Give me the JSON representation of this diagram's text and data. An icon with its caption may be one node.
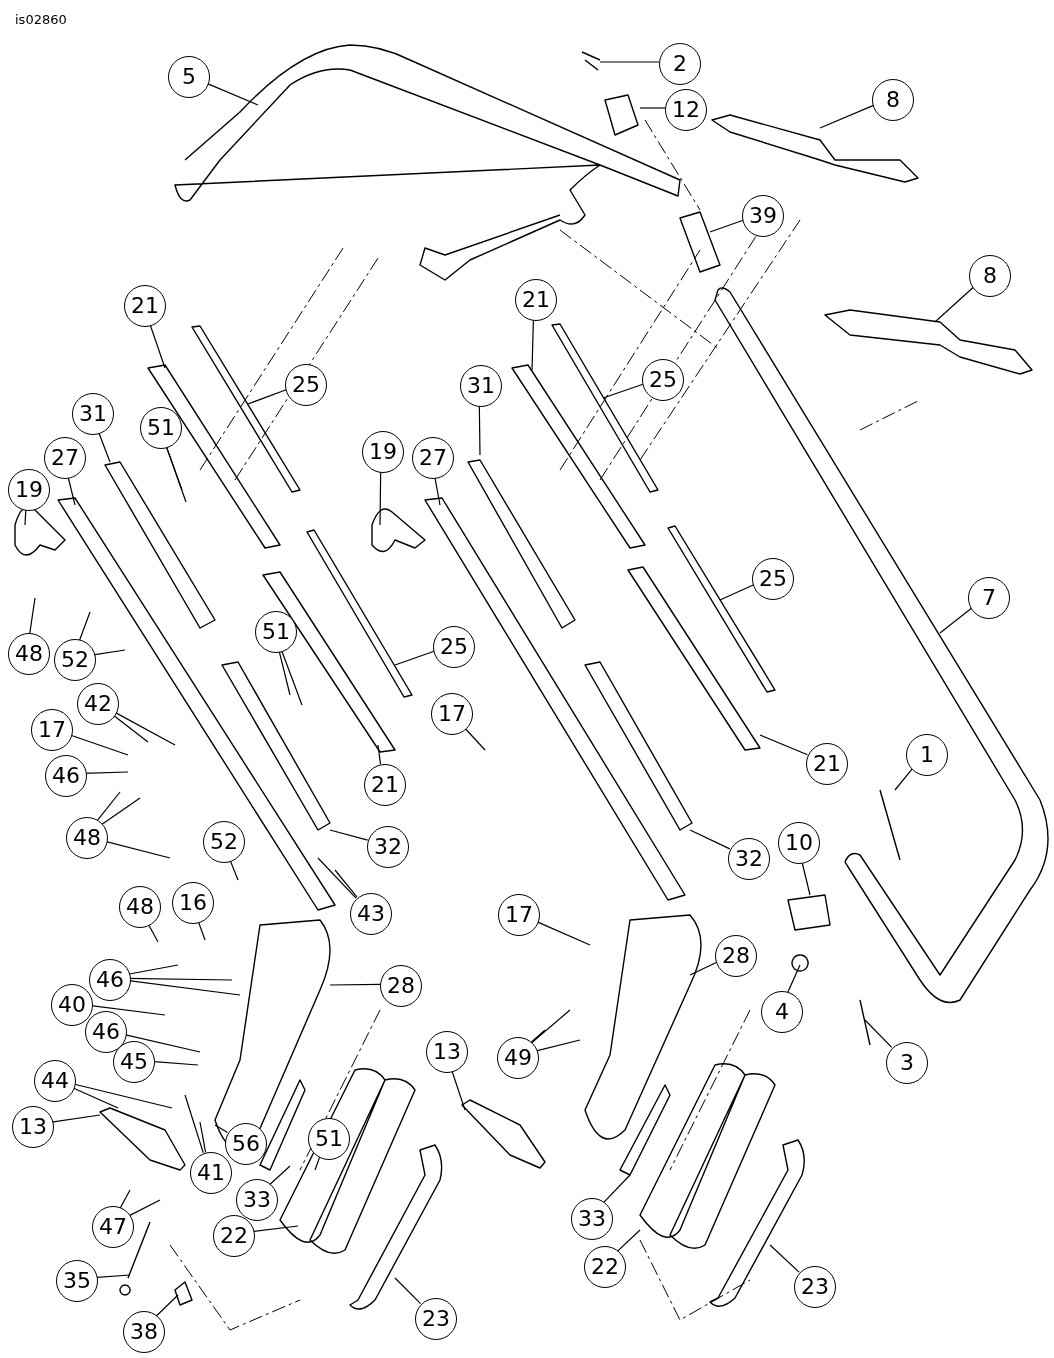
{
  "diagram": {
    "nodes": [
      {
        "text": [
          "5"
        ]
      },
      {
        "text": [
          "2"
        ]
      },
      {
        "text": [
          "12"
        ]
      },
      {
        "text": [
          "8"
        ]
      },
      {
        "text": [
          "39"
        ]
      },
      {
        "text": [
          "8"
        ]
      },
      {
        "text": [
          "21"
        ]
      },
      {
        "text": [
          "21"
        ]
      },
      {
        "text": [
          "25"
        ]
      },
      {
        "text": [
          "25"
        ]
      },
      {
        "text": [
          "31"
        ]
      },
      {
        "text": [
          "31"
        ]
      },
      {
        "text": [
          "51"
        ]
      },
      {
        "text": [
          "19"
        ]
      },
      {
        "text": [
          "27"
        ]
      },
      {
        "text": [
          "27"
        ]
      },
      {
        "text": [
          "19"
        ]
      },
      {
        "text": [
          "25"
        ]
      },
      {
        "text": [
          "7"
        ]
      },
      {
        "text": [
          "51"
        ]
      },
      {
        "text": [
          "25"
        ]
      },
      {
        "text": [
          "48"
        ]
      },
      {
        "text": [
          "52"
        ]
      },
      {
        "text": [
          "42"
        ]
      },
      {
        "text": [
          "17"
        ]
      },
      {
        "text": [
          "17"
        ]
      },
      {
        "text": [
          "1"
        ]
      },
      {
        "text": [
          "21"
        ]
      },
      {
        "text": [
          "46"
        ]
      },
      {
        "text": [
          "21"
        ]
      },
      {
        "text": [
          "48"
        ]
      },
      {
        "text": [
          "52"
        ]
      },
      {
        "text": [
          "10"
        ]
      },
      {
        "text": [
          "32"
        ]
      },
      {
        "text": [
          "32"
        ]
      },
      {
        "text": [
          "16"
        ]
      },
      {
        "text": [
          "48"
        ]
      },
      {
        "text": [
          "43"
        ]
      },
      {
        "text": [
          "17"
        ]
      },
      {
        "text": [
          "28"
        ]
      },
      {
        "text": [
          "46"
        ]
      },
      {
        "text": [
          "28"
        ]
      },
      {
        "text": [
          "40"
        ]
      },
      {
        "text": [
          "4"
        ]
      },
      {
        "text": [
          "46"
        ]
      },
      {
        "text": [
          "13"
        ]
      },
      {
        "text": [
          "49"
        ]
      },
      {
        "text": [
          "45"
        ]
      },
      {
        "text": [
          "3"
        ]
      },
      {
        "text": [
          "44"
        ]
      },
      {
        "text": [
          "13"
        ]
      },
      {
        "text": [
          "51"
        ]
      },
      {
        "text": [
          "56"
        ]
      },
      {
        "text": [
          "41"
        ]
      },
      {
        "text": [
          "33"
        ]
      },
      {
        "text": [
          "33"
        ]
      },
      {
        "text": [
          "47"
        ]
      },
      {
        "text": [
          "22"
        ]
      },
      {
        "text": [
          "22"
        ]
      },
      {
        "text": [
          "35"
        ]
      },
      {
        "text": [
          "23"
        ]
      },
      {
        "text": [
          "23"
        ]
      },
      {
        "text": [
          "38"
        ]
      }
    ],
    "edges": [
      {
        "from": 0,
        "to": null,
        "arrow": "none"
      },
      {
        "from": 1,
        "to": null,
        "arrow": "none"
      },
      {
        "from": 2,
        "to": null,
        "arrow": "none"
      },
      {
        "from": 3,
        "to": null,
        "arrow": "none"
      },
      {
        "from": 4,
        "to": null,
        "arrow": "none"
      },
      {
        "from": 5,
        "to": null,
        "arrow": "none"
      },
      {
        "from": 6,
        "to": null,
        "arrow": "none"
      },
      {
        "from": 7,
        "to": null,
        "arrow": "none"
      },
      {
        "from": 8,
        "to": null,
        "arrow": "none"
      },
      {
        "from": 9,
        "to": null,
        "arrow": "none"
      },
      {
        "from": 10,
        "to": null,
        "arrow": "none"
      },
      {
        "from": 11,
        "to": null,
        "arrow": "none"
      },
      {
        "from": 12,
        "to": null,
        "arrow": "none"
      },
      {
        "from": 12,
        "to": null,
        "arrow": "none"
      },
      {
        "from": 13,
        "to": null,
        "arrow": "none"
      },
      {
        "from": 14,
        "to": null,
        "arrow": "none"
      },
      {
        "from": 15,
        "to": null,
        "arrow": "none"
      },
      {
        "from": 16,
        "to": null,
        "arrow": "none"
      },
      {
        "from": 17,
        "to": null,
        "arrow": "none"
      },
      {
        "from": 18,
        "to": null,
        "arrow": "none"
      },
      {
        "from": 19,
        "to": null,
        "arrow": "none"
      },
      {
        "from": 19,
        "to": null,
        "arrow": "none"
      },
      {
        "from": 20,
        "to": null,
        "arrow": "none"
      },
      {
        "from": 21,
        "to": null,
        "arrow": "none"
      },
      {
        "from": 22,
        "to": null,
        "arrow": "none"
      },
      {
        "from": 22,
        "to": null,
        "arrow": "none"
      },
      {
        "from": 23,
        "to": null,
        "arrow": "none"
      },
      {
        "from": 23,
        "to": null,
        "arrow": "none"
      },
      {
        "from": 24,
        "to": null,
        "arrow": "none"
      },
      {
        "from": 25,
        "to": null,
        "arrow": "none"
      },
      {
        "from": 26,
        "to": null,
        "arrow": "none"
      },
      {
        "from": 27,
        "to": null,
        "arrow": "none"
      },
      {
        "from": 28,
        "to": null,
        "arrow": "none"
      },
      {
        "from": 29,
        "to": null,
        "arrow": "none"
      },
      {
        "from": 30,
        "to": null,
        "arrow": "none"
      },
      {
        "from": 30,
        "to": null,
        "arrow": "none"
      },
      {
        "from": 30,
        "to": null,
        "arrow": "none"
      },
      {
        "from": 31,
        "to": null,
        "arrow": "none"
      },
      {
        "from": 32,
        "to": null,
        "arrow": "none"
      },
      {
        "from": 33,
        "to": null,
        "arrow": "none"
      },
      {
        "from": 34,
        "to": null,
        "arrow": "none"
      },
      {
        "from": 35,
        "to": null,
        "arrow": "none"
      },
      {
        "from": 36,
        "to": null,
        "arrow": "none"
      },
      {
        "from": 37,
        "to": null,
        "arrow": "none"
      },
      {
        "from": 37,
        "to": null,
        "arrow": "none"
      },
      {
        "from": 38,
        "to": null,
        "arrow": "none"
      },
      {
        "from": 39,
        "to": null,
        "arrow": "none"
      },
      {
        "from": 40,
        "to": null,
        "arrow": "none"
      },
      {
        "from": 40,
        "to": null,
        "arrow": "none"
      },
      {
        "from": 40,
        "to": null,
        "arrow": "none"
      },
      {
        "from": 41,
        "to": null,
        "arrow": "none"
      },
      {
        "from": 42,
        "to": null,
        "arrow": "none"
      },
      {
        "from": 43,
        "to": null,
        "arrow": "none"
      },
      {
        "from": 44,
        "to": null,
        "arrow": "none"
      },
      {
        "from": 45,
        "to": null,
        "arrow": "none"
      },
      {
        "from": 46,
        "to": null,
        "arrow": "none"
      },
      {
        "from": 46,
        "to": null,
        "arrow": "none"
      },
      {
        "from": 46,
        "to": null,
        "arrow": "none"
      },
      {
        "from": 47,
        "to": null,
        "arrow": "none"
      },
      {
        "from": 48,
        "to": null,
        "arrow": "none"
      },
      {
        "from": 49,
        "to": null,
        "arrow": "none"
      },
      {
        "from": 49,
        "to": null,
        "arrow": "none"
      },
      {
        "from": 50,
        "to": null,
        "arrow": "none"
      },
      {
        "from": 51,
        "to": null,
        "arrow": "none"
      },
      {
        "from": 52,
        "to": null,
        "arrow": "none"
      },
      {
        "from": 53,
        "to": null,
        "arrow": "none"
      },
      {
        "from": 53,
        "to": null,
        "arrow": "none"
      },
      {
        "from": 54,
        "to": null,
        "arrow": "none"
      },
      {
        "from": 55,
        "to": null,
        "arrow": "none"
      },
      {
        "from": 56,
        "to": null,
        "arrow": "none"
      },
      {
        "from": 56,
        "to": null,
        "arrow": "none"
      },
      {
        "from": 57,
        "to": null,
        "arrow": "none"
      },
      {
        "from": 58,
        "to": null,
        "arrow": "none"
      },
      {
        "from": 59,
        "to": null,
        "arrow": "none"
      },
      {
        "from": 60,
        "to": null,
        "arrow": "none"
      },
      {
        "from": 61,
        "to": null,
        "arrow": "none"
      },
      {
        "from": 62,
        "to": null,
        "arrow": "none"
      }
    ],
    "labels": [
      "is02860"
    ]
  }
}
